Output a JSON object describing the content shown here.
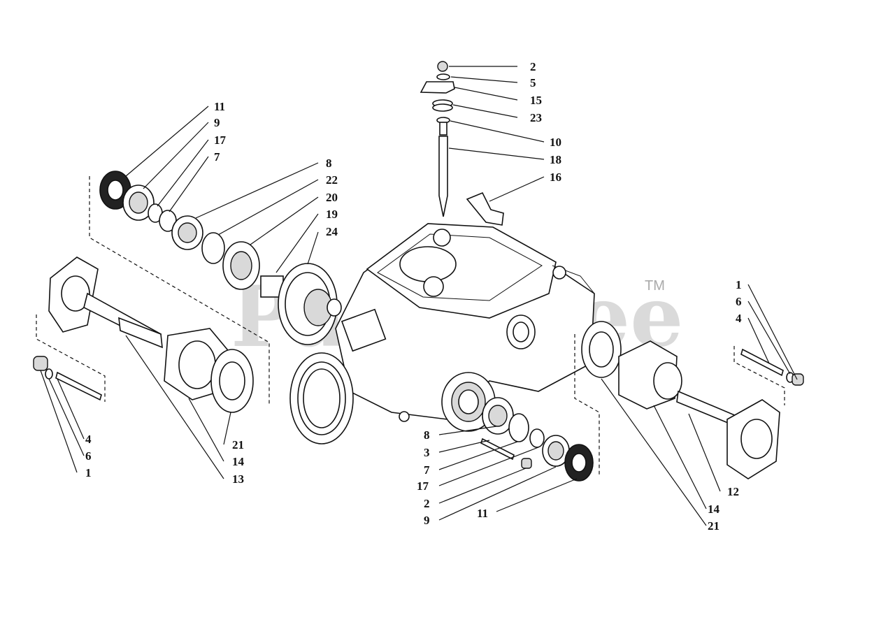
{
  "watermark": {
    "text": "PartsTree",
    "tm": "TM"
  },
  "callouts": {
    "top_2": "2",
    "top_5": "5",
    "top_15": "15",
    "top_23": "23",
    "top_10": "10",
    "top_18": "18",
    "top_16": "16",
    "left_11": "11",
    "left_9": "9",
    "left_17": "17",
    "left_7": "7",
    "mid_8": "8",
    "mid_22": "22",
    "mid_20": "20",
    "mid_19": "19",
    "mid_24": "24",
    "ll_4": "4",
    "ll_6": "6",
    "ll_1": "1",
    "ll_21": "21",
    "ll_14": "14",
    "ll_13": "13",
    "bc_8": "8",
    "bc_3": "3",
    "bc_7": "7",
    "bc_17": "17",
    "bc_2": "2",
    "bc_9": "9",
    "bc_11": "11",
    "r_1": "1",
    "r_6": "6",
    "r_4": "4",
    "r_12": "12",
    "r_14": "14",
    "r_21": "21"
  }
}
